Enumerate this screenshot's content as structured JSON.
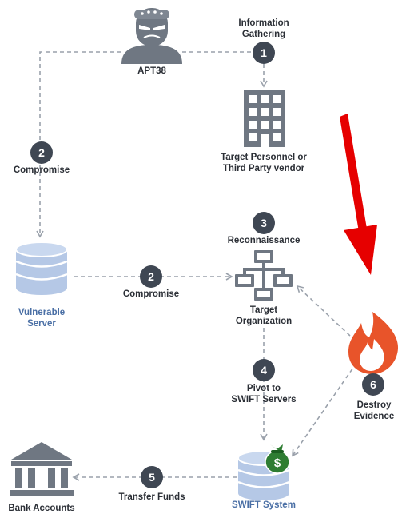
{
  "nodes": {
    "apt38": "APT38",
    "target_personnel_line1": "Target Personnel or",
    "target_personnel_line2": "Third Party vendor",
    "vulnerable_server_line1": "Vulnerable",
    "vulnerable_server_line2": "Server",
    "target_org_line1": "Target",
    "target_org_line2": "Organization",
    "swift_system": "SWIFT System",
    "bank_accounts": "Bank Accounts"
  },
  "steps": [
    {
      "number": "1",
      "line1": "Information",
      "line2": "Gathering"
    },
    {
      "number": "2",
      "line1": "Compromise"
    },
    {
      "number": "2",
      "line1": "Compromise"
    },
    {
      "number": "3",
      "line1": "Reconnaissance"
    },
    {
      "number": "4",
      "line1": "Pivot to",
      "line2": "SWIFT Servers"
    },
    {
      "number": "5",
      "line1": "Transfer Funds"
    },
    {
      "number": "6",
      "line1": "Destroy",
      "line2": "Evidence"
    }
  ],
  "icons": {
    "apt38": "hacker-mask-icon",
    "target_personnel": "office-building-icon",
    "vulnerable_server": "database-server-icon",
    "target_org": "network-hierarchy-icon",
    "swift_system": "database-money-bag-icon",
    "bank": "bank-building-icon",
    "destroy": "fire-icon",
    "arrow": "red-down-arrow-icon"
  },
  "colors": {
    "badge": "#3f4753",
    "icon_gray": "#6f7782",
    "db_blue": "#b5c8e6",
    "accent_blue": "#4a6fa5",
    "fire": "#e8542a",
    "money": "#2e7d32",
    "red_arrow": "#e60000",
    "dash": "#9aa1ab"
  }
}
